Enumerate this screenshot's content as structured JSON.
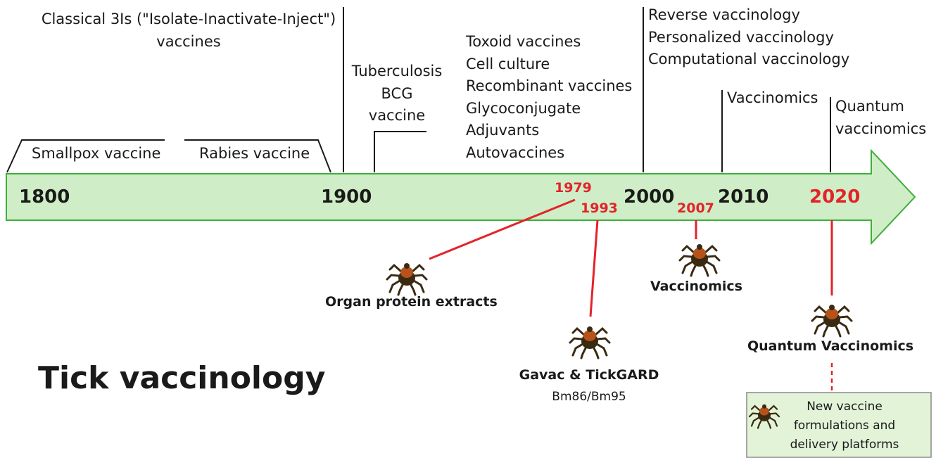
{
  "colors": {
    "arrow_fill": "#cfeec7",
    "arrow_stroke": "#3fae3a",
    "red": "#e3232a",
    "box_fill": "#e2f3d8",
    "box_stroke": "#8a8a8a",
    "tick_body": "#b5531a",
    "tick_legs": "#3a2a12"
  },
  "icons": [
    "tick-icon"
  ],
  "top_labels": {
    "classical_3is_line1": "Classical 3Is (\"Isolate-Inactivate-Inject\")",
    "classical_3is_line2": "vaccines",
    "smallpox": "Smallpox vaccine",
    "rabies": "Rabies vaccine",
    "bcg": [
      "Tuberculosis",
      "BCG",
      "vaccine"
    ],
    "mid_century": [
      "Toxoid vaccines",
      "Cell culture",
      "Recombinant vaccines",
      "Glycoconjugate",
      "Adjuvants",
      "Autovaccines"
    ],
    "modern": [
      "Reverse vaccinology",
      "Personalized vaccinology",
      "Computational vaccinology"
    ],
    "vaccinomics": "Vaccinomics",
    "quantum": [
      "Quantum",
      "vaccinomics"
    ]
  },
  "years": {
    "y1800": "1800",
    "y1900": "1900",
    "y2000": "2000",
    "y2010": "2010",
    "y2020": "2020",
    "y1979": "1979",
    "y1993": "1993",
    "y2007": "2007"
  },
  "tick_events": {
    "organ": "Organ protein extracts",
    "gavac": "Gavac & TickGARD",
    "gavac_sub": "Bm86/Bm95",
    "vaccinomics": "Vaccinomics",
    "quantum": "Quantum Vaccinomics",
    "box": [
      "New vaccine",
      "formulations and",
      "delivery platforms"
    ]
  },
  "title": "Tick vaccinology"
}
